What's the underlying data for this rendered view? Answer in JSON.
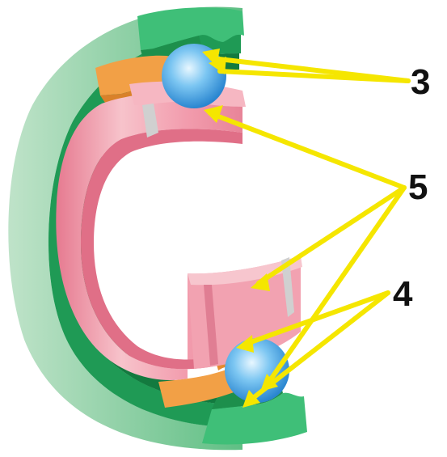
{
  "figure": {
    "subject": "bearing-cutaway",
    "colors": {
      "outer_ring": "#2bb36a",
      "outer_ring_dark": "#0f7a3e",
      "outer_ring_light": "#a8d9b5",
      "inner_ring": "#f28ea0",
      "inner_ring_light": "#f7c4cc",
      "inner_ring_dark": "#d9607a",
      "cage": "#f2a046",
      "ball": "#3aa7e6",
      "ball_highlight": "#d8f0ff",
      "arrows": "#f5e600"
    }
  },
  "callouts": [
    {
      "id": "c3",
      "label": "3"
    },
    {
      "id": "c5",
      "label": "5"
    },
    {
      "id": "c4",
      "label": "4"
    }
  ]
}
